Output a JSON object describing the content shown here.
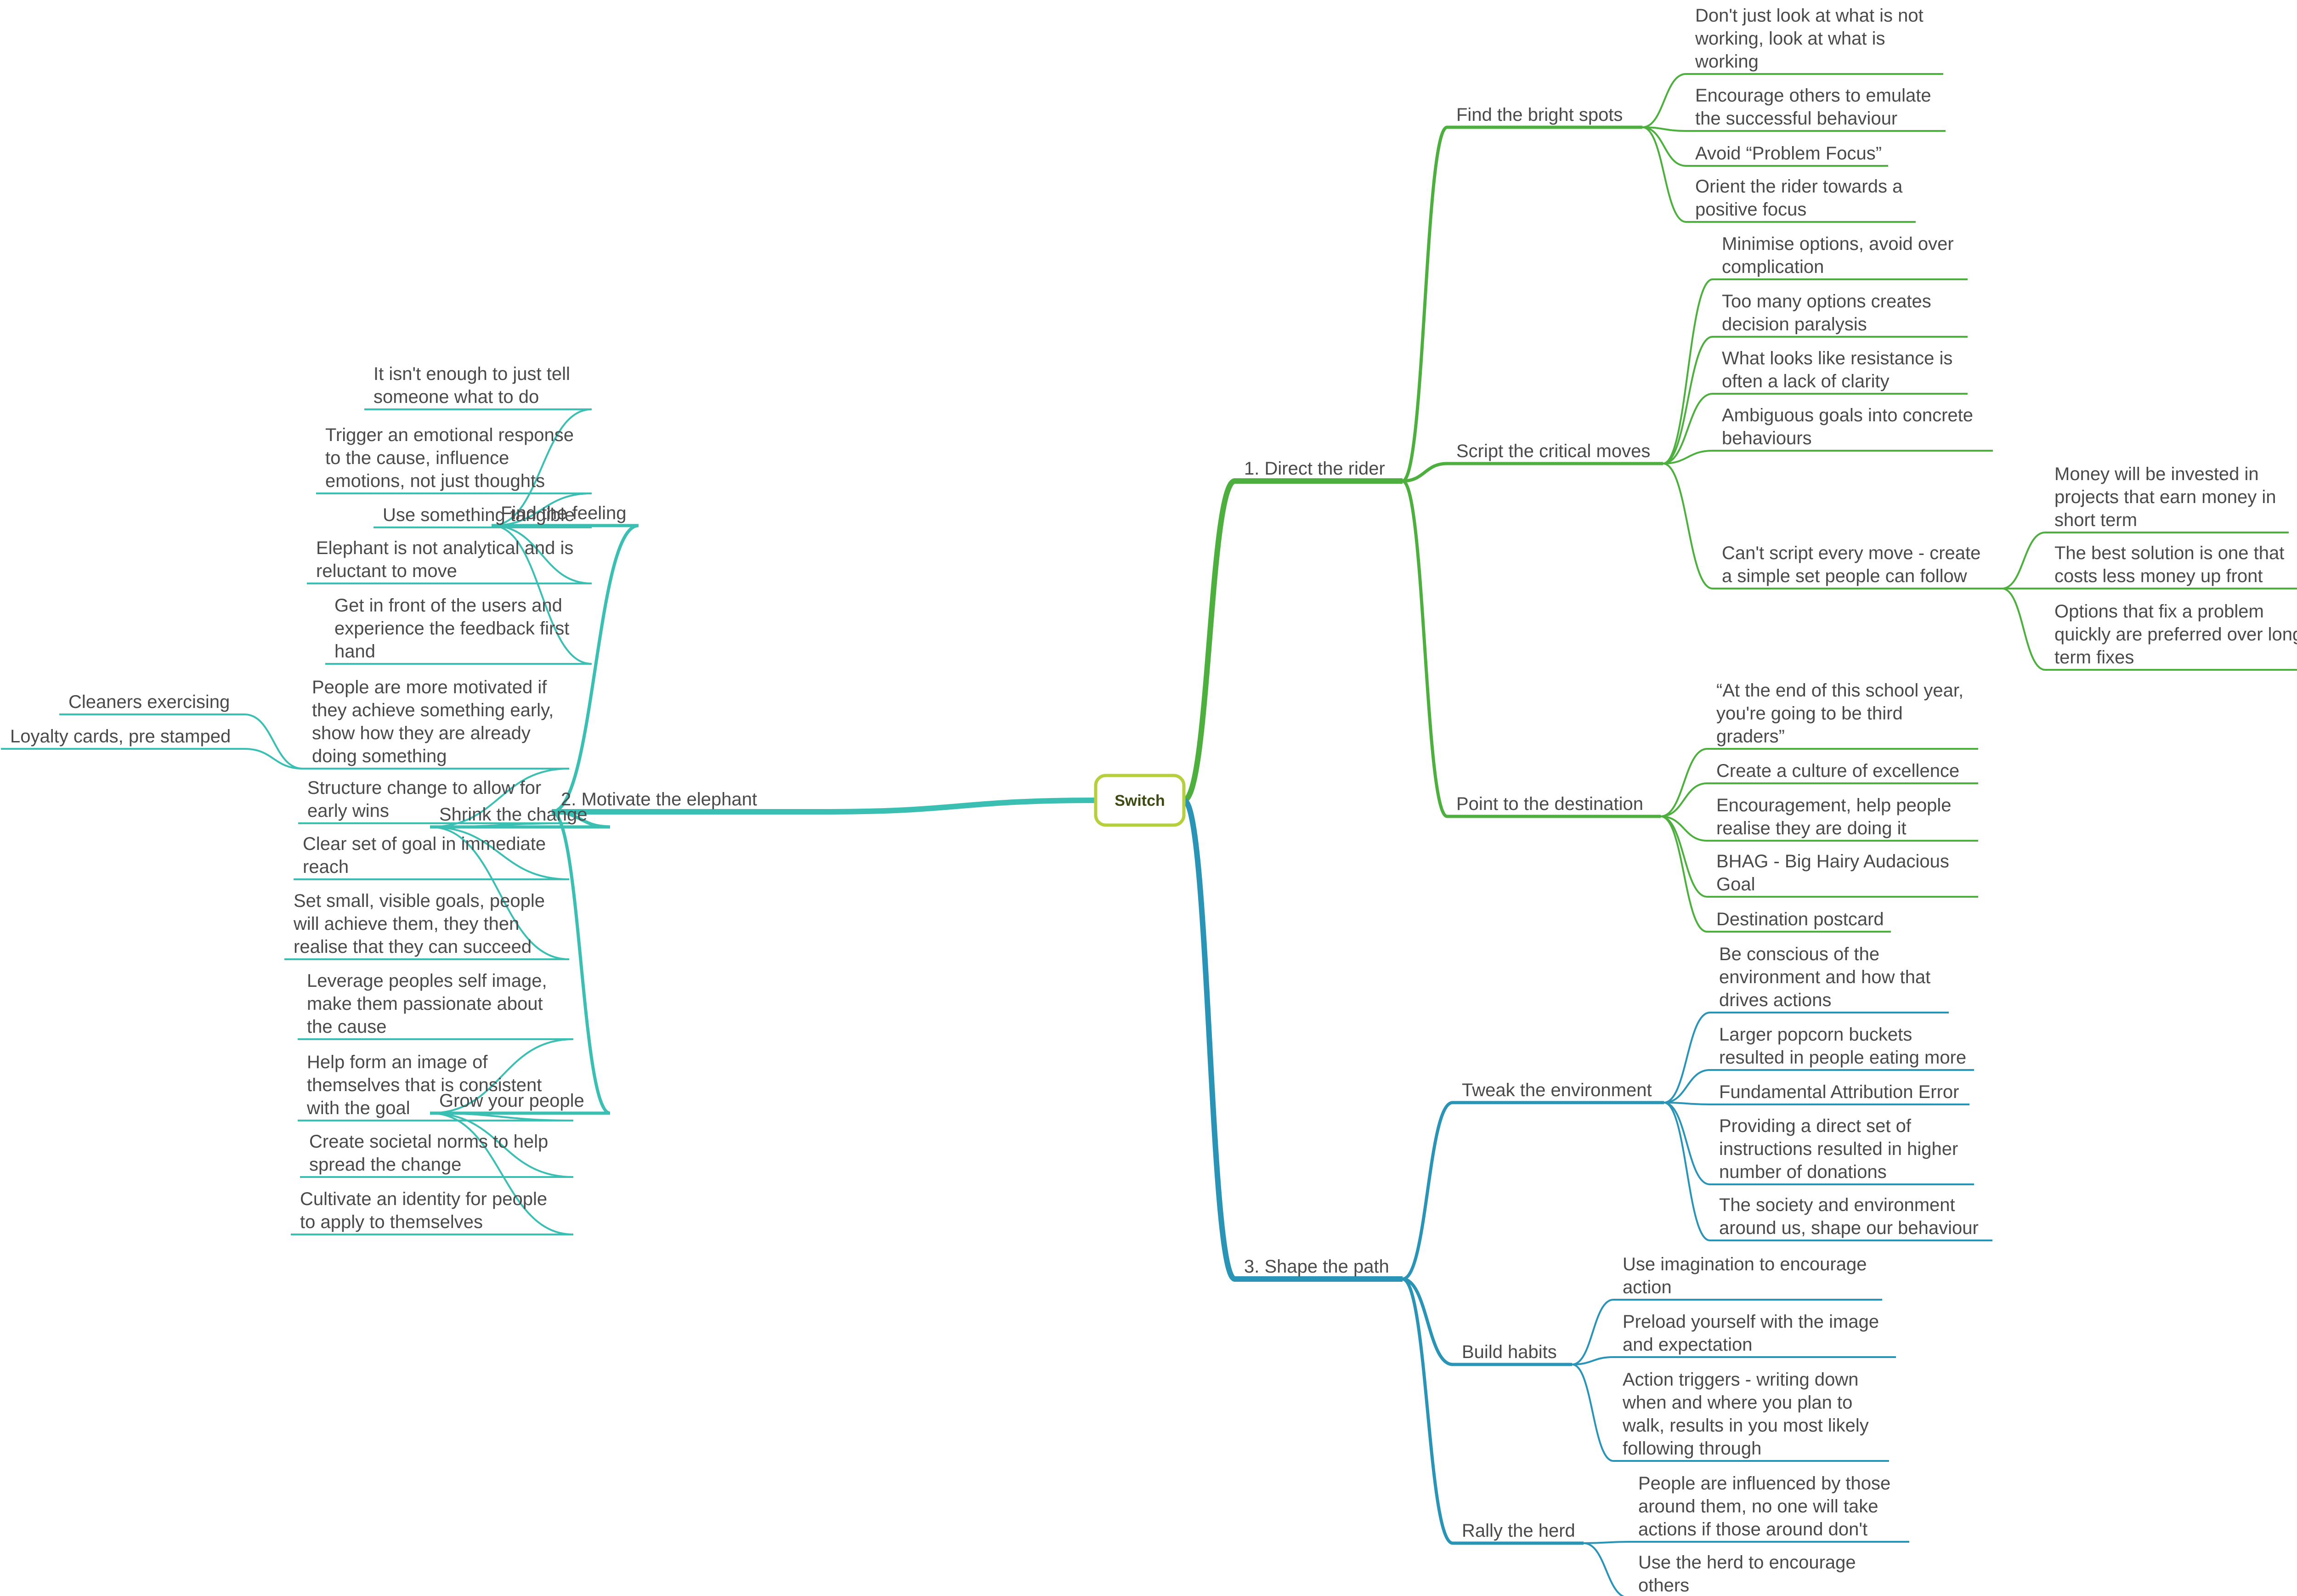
{
  "root": {
    "label": "Switch",
    "border_color": "#b6cf3c"
  },
  "colors": {
    "rider": "#4daf3d",
    "elephant": "#3bbfb3",
    "path": "#2a94b6"
  },
  "branches": {
    "rider": {
      "label": "1. Direct the rider",
      "children": [
        {
          "label": "Find the bright spots",
          "children": [
            {
              "lines": [
                "Don't just look at what is not",
                "working, look at what is",
                "working"
              ]
            },
            {
              "lines": [
                "Encourage others to emulate",
                "the successful behaviour"
              ]
            },
            {
              "lines": [
                "Avoid “Problem Focus”"
              ]
            },
            {
              "lines": [
                "Orient the rider towards a",
                "positive focus"
              ]
            }
          ]
        },
        {
          "label": "Script the critical moves",
          "children": [
            {
              "lines": [
                "Minimise options, avoid over",
                "complication"
              ]
            },
            {
              "lines": [
                "Too many options creates",
                "decision paralysis"
              ]
            },
            {
              "lines": [
                "What looks like resistance is",
                "often a lack of clarity"
              ]
            },
            {
              "lines": [
                "Ambiguous goals into concrete",
                "behaviours"
              ]
            },
            {
              "lines": [
                "Can't script every move - create",
                "a simple set people can follow"
              ],
              "children": [
                {
                  "lines": [
                    "Money will be invested in",
                    "projects that earn money in",
                    "short term"
                  ]
                },
                {
                  "lines": [
                    "The best solution is one that",
                    "costs less money up front"
                  ]
                },
                {
                  "lines": [
                    "Options that fix a problem",
                    "quickly are preferred over long",
                    "term fixes"
                  ]
                }
              ]
            }
          ]
        },
        {
          "label": "Point to the destination",
          "children": [
            {
              "lines": [
                "“At the end of this school year,",
                "you're going to be third",
                "graders”"
              ]
            },
            {
              "lines": [
                "Create a culture of excellence"
              ]
            },
            {
              "lines": [
                "Encouragement, help people",
                "realise they are doing it"
              ]
            },
            {
              "lines": [
                "BHAG - Big Hairy Audacious",
                "Goal"
              ]
            },
            {
              "lines": [
                "Destination postcard"
              ]
            }
          ]
        }
      ]
    },
    "elephant": {
      "label": "2. Motivate the elephant",
      "children": [
        {
          "label": "Find the feeling",
          "children": [
            {
              "lines": [
                "It isn't enough to just tell",
                "someone what to do"
              ]
            },
            {
              "lines": [
                "Trigger an emotional response",
                "to the cause, influence",
                "emotions, not just thoughts"
              ]
            },
            {
              "lines": [
                "Use something tangible"
              ]
            },
            {
              "lines": [
                "Elephant is not analytical and is",
                "reluctant to move"
              ]
            },
            {
              "lines": [
                "Get in front of the users and",
                "experience the feedback first",
                "hand"
              ]
            }
          ]
        },
        {
          "label": "Shrink the change",
          "children": [
            {
              "lines": [
                "People are more motivated if",
                "they achieve something early,",
                "show how they are already",
                "doing something"
              ],
              "children": [
                {
                  "lines": [
                    "Cleaners exercising"
                  ]
                },
                {
                  "lines": [
                    "Loyalty cards, pre stamped"
                  ]
                }
              ]
            },
            {
              "lines": [
                "Structure change to allow for",
                "early wins"
              ]
            },
            {
              "lines": [
                "Clear set of goal in immediate",
                "reach"
              ]
            },
            {
              "lines": [
                "Set small, visible goals, people",
                "will achieve them, they then",
                "realise that they can succeed"
              ]
            }
          ]
        },
        {
          "label": "Grow your people",
          "children": [
            {
              "lines": [
                "Leverage peoples self image,",
                "make them passionate about",
                "the cause"
              ]
            },
            {
              "lines": [
                "Help form an image of",
                "themselves that is consistent",
                "with the goal"
              ]
            },
            {
              "lines": [
                "Create societal norms to help",
                "spread the change"
              ]
            },
            {
              "lines": [
                "Cultivate an identity for people",
                "to apply to themselves"
              ]
            }
          ]
        }
      ]
    },
    "path": {
      "label": "3. Shape the path",
      "children": [
        {
          "label": "Tweak the environment",
          "children": [
            {
              "lines": [
                "Be conscious of the",
                "environment and how that",
                "drives actions"
              ]
            },
            {
              "lines": [
                "Larger popcorn buckets",
                "resulted in people eating more"
              ]
            },
            {
              "lines": [
                "Fundamental Attribution Error"
              ]
            },
            {
              "lines": [
                "Providing a direct set of",
                "instructions resulted in higher",
                "number of donations"
              ]
            },
            {
              "lines": [
                "The society and environment",
                "around us, shape our behaviour"
              ]
            }
          ]
        },
        {
          "label": "Build habits",
          "children": [
            {
              "lines": [
                "Use imagination to encourage",
                "action"
              ]
            },
            {
              "lines": [
                "Preload yourself with the image",
                "and expectation"
              ]
            },
            {
              "lines": [
                "Action triggers - writing down",
                "when and where you plan to",
                "walk, results in you most likely",
                "following through"
              ]
            }
          ]
        },
        {
          "label": "Rally the herd",
          "children": [
            {
              "lines": [
                "People are influenced by those",
                "around them, no one will take",
                "actions if those around don't"
              ]
            },
            {
              "lines": [
                "Use the herd to encourage",
                "others"
              ]
            }
          ]
        }
      ]
    }
  }
}
